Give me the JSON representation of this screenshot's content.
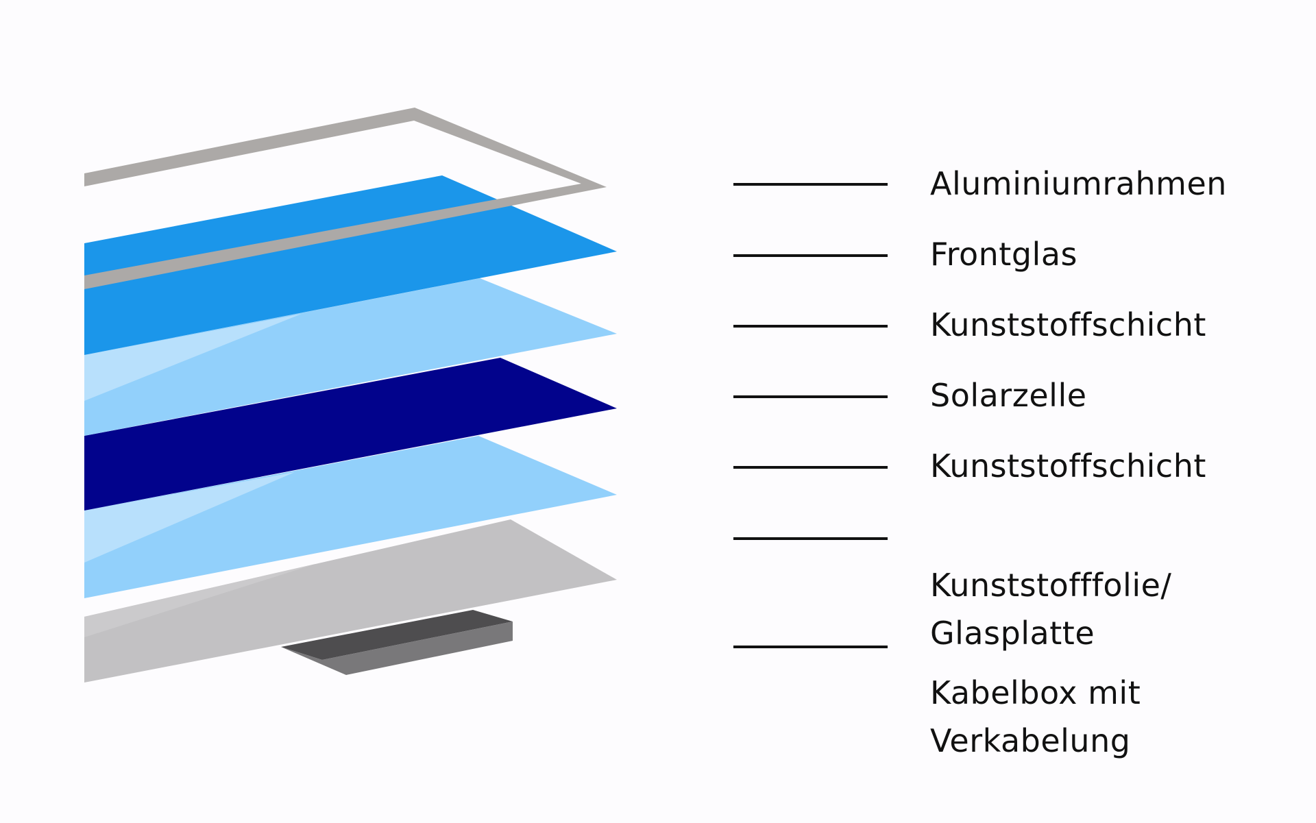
{
  "colors": {
    "background": "#fdfcfe",
    "aluminum_frame": "#aca9a7",
    "front_glass": "#1b96ea",
    "plastic_layer": "#92d0fb",
    "plastic_layer_highlight": "#b8e0fc",
    "solar_cell": "#02038c",
    "back_sheet": "#c2c1c3",
    "junction_box_top": "#4e4d4f",
    "junction_box_side": "#79787a",
    "leader_line": "#111111",
    "label_text": "#111111"
  },
  "layers": [
    {
      "id": "aluminum-frame",
      "label": "Aluminiumrahmen"
    },
    {
      "id": "front-glass",
      "label": "Frontglas"
    },
    {
      "id": "plastic-layer-top",
      "label": "Kunststoffschicht"
    },
    {
      "id": "solar-cell",
      "label": "Solarzelle"
    },
    {
      "id": "plastic-layer-bottom",
      "label": "Kunststoffschicht"
    },
    {
      "id": "back-sheet",
      "label": "Kunststofffolie/\nGlasplatte"
    },
    {
      "id": "junction-box",
      "label": "Kabelbox mit\nVerkabelung"
    }
  ]
}
